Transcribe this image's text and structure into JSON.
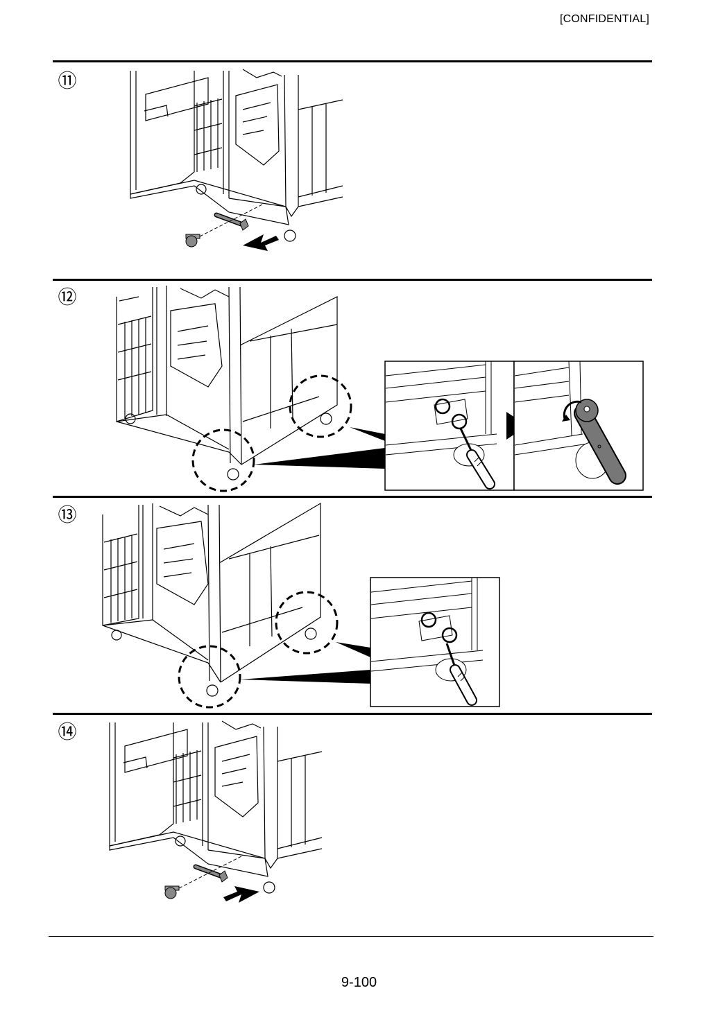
{
  "header": {
    "label": "[CONFIDENTIAL]"
  },
  "steps": [
    {
      "number": "⑪",
      "icons": [
        "finisher-unit",
        "wrench-icon",
        "screw-icon",
        "arrow-out-icon"
      ]
    },
    {
      "number": "⑫",
      "icons": [
        "finisher-unit",
        "caster-callout",
        "screwdriver-icon",
        "wrench-icon",
        "next-arrow-icon"
      ]
    },
    {
      "number": "⑬",
      "icons": [
        "finisher-unit",
        "caster-callout",
        "screwdriver-icon"
      ]
    },
    {
      "number": "⑭",
      "icons": [
        "finisher-unit",
        "wrench-icon",
        "screw-icon",
        "arrow-in-icon"
      ]
    }
  ],
  "footer": {
    "page_number": "9-100"
  }
}
